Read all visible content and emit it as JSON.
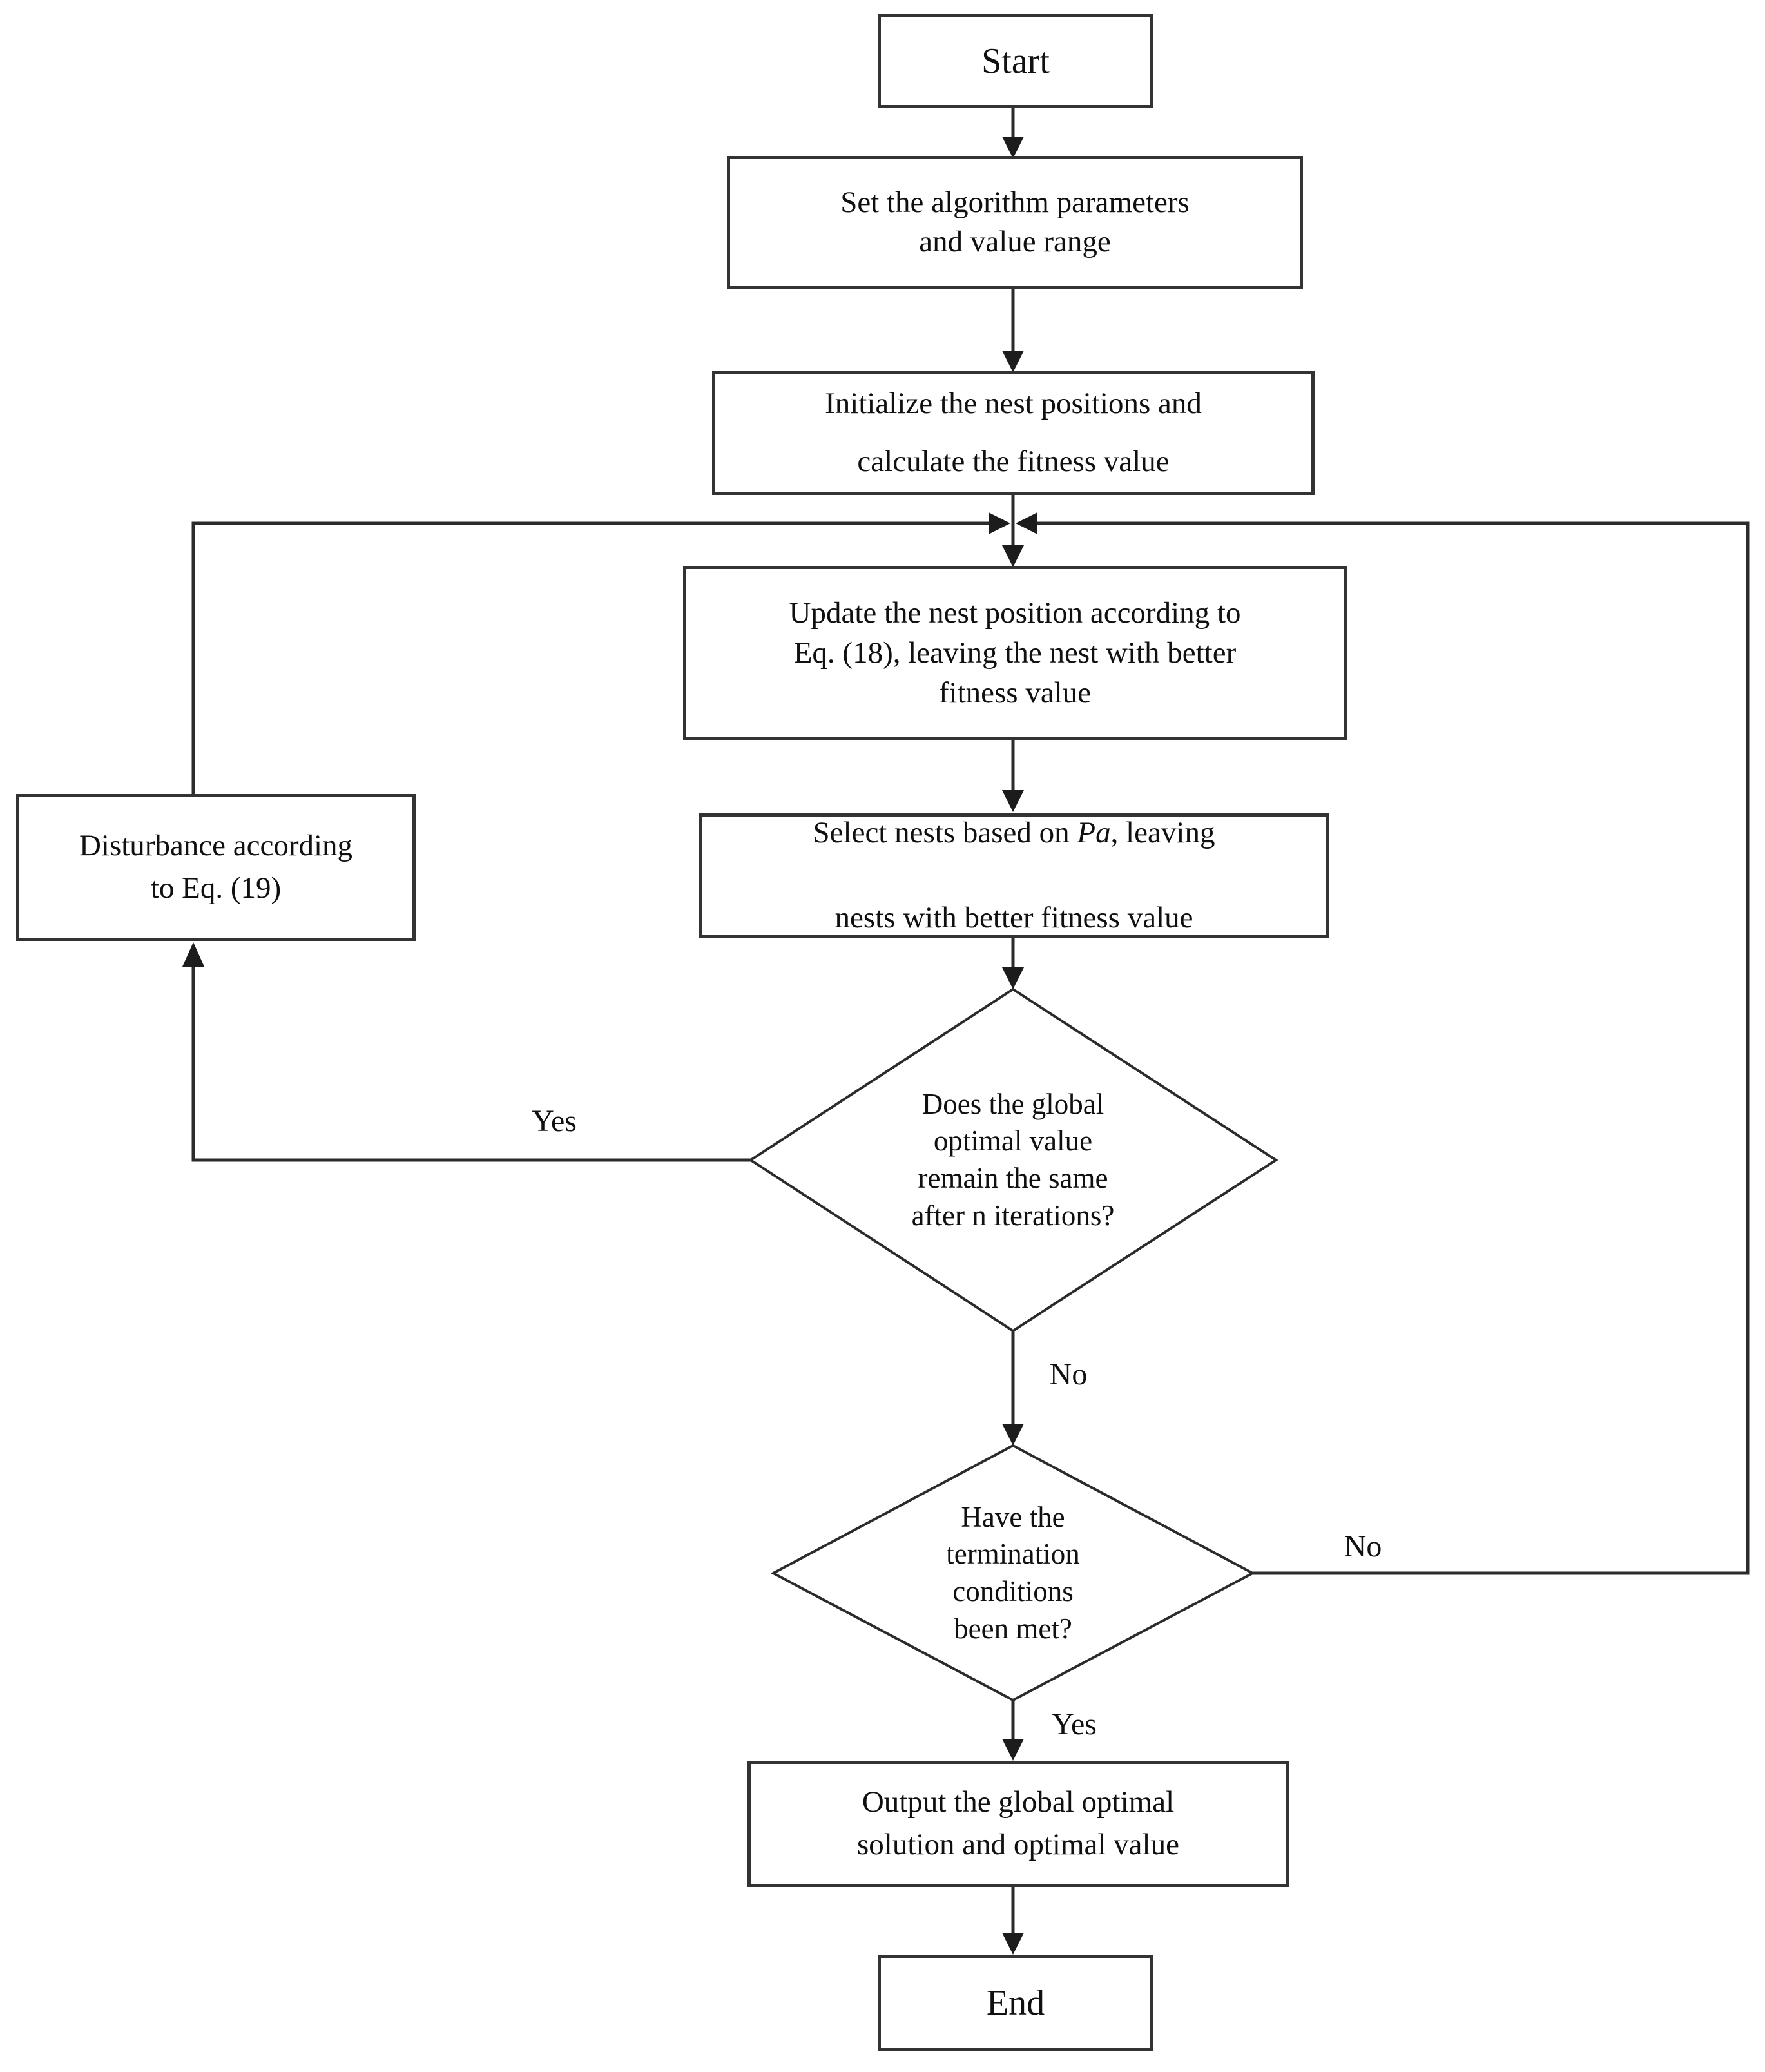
{
  "figure": {
    "background_color": "#ffffff",
    "line_color": "#2b2b2b",
    "box_border_color": "#333333",
    "text_color": "#101010"
  },
  "nodes": {
    "start": {
      "label": "Start"
    },
    "set_params": {
      "lines": [
        "Set the algorithm parameters",
        "and value range"
      ]
    },
    "initialize": {
      "lines": [
        "Initialize the nest positions and",
        "calculate the fitness value"
      ]
    },
    "update": {
      "lines": [
        "Update the nest position according to",
        "Eq. (18), leaving the nest with better",
        "fitness value"
      ]
    },
    "select_nests": {
      "line1_pre": "Select nests based on ",
      "line1_italic": "Pa",
      "line1_post": ", leaving",
      "line2": "nests with better fitness value"
    },
    "disturbance": {
      "lines": [
        "Disturbance according",
        "to Eq. (19)"
      ]
    },
    "decision_stagnation": {
      "lines": [
        "Does the global",
        "optimal value",
        "remain the same",
        "after n iterations?"
      ]
    },
    "decision_termination": {
      "lines": [
        "Have the",
        "termination",
        "conditions",
        "been met?"
      ]
    },
    "output": {
      "lines": [
        "Output the global optimal",
        "solution and optimal value"
      ]
    },
    "end": {
      "label": "End"
    }
  },
  "edge_labels": {
    "stagnation_yes": "Yes",
    "stagnation_no": "No",
    "termination_no": "No",
    "termination_yes": "Yes"
  }
}
